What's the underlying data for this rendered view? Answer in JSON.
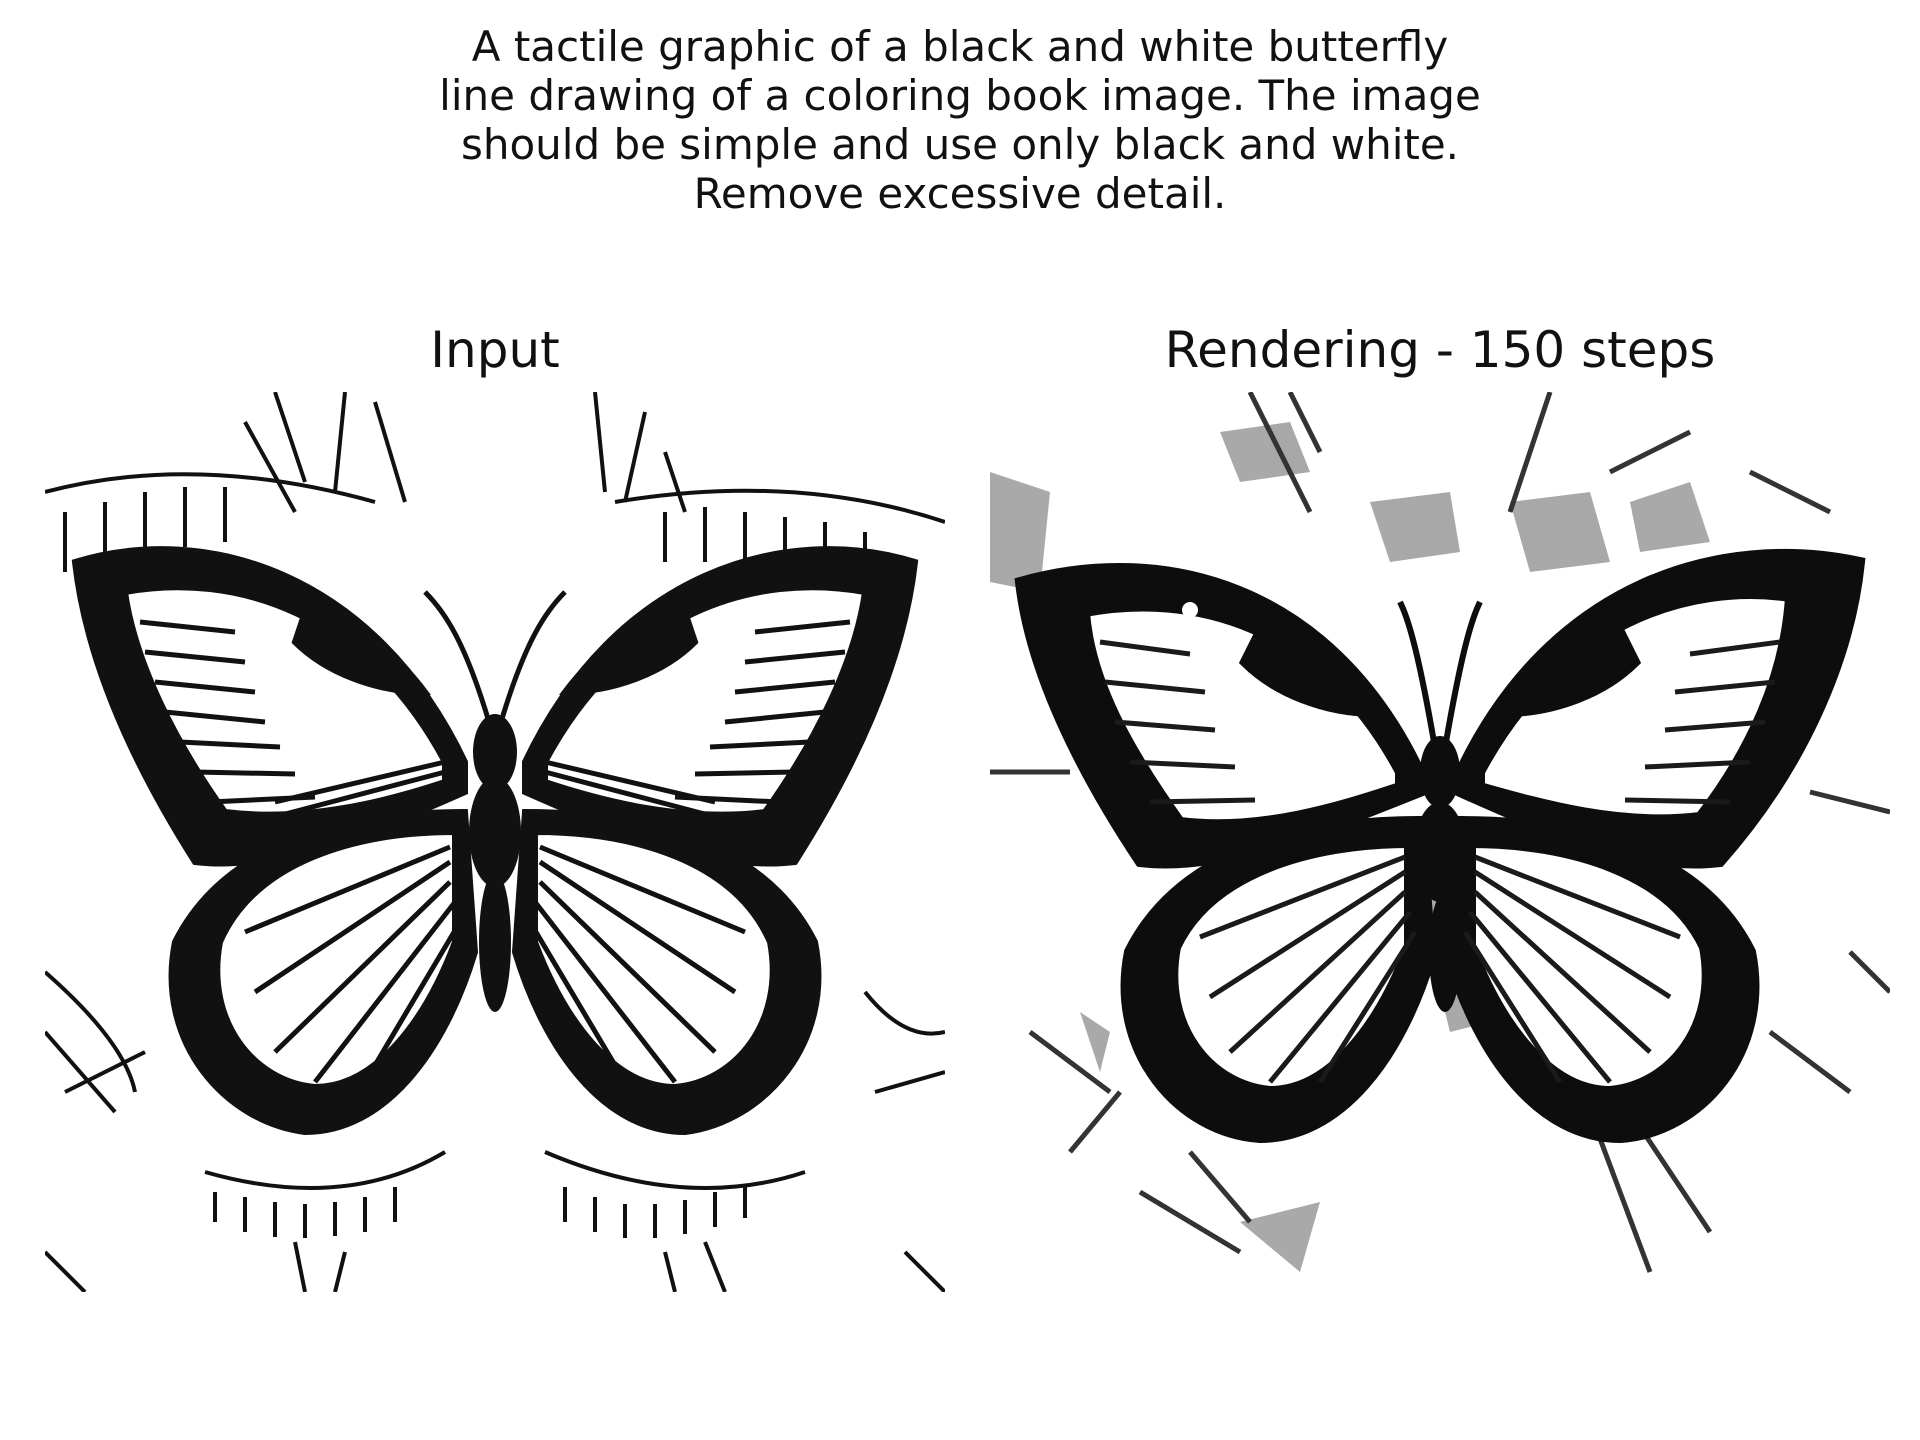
{
  "caption": {
    "lines": [
      "A tactile graphic of a black and white butterfly",
      "line drawing of a coloring book image. The image",
      "should be simple and use only black and white.",
      "Remove excessive detail."
    ]
  },
  "panels": {
    "left": {
      "title": "Input"
    },
    "right": {
      "title": "Rendering - 150 steps"
    }
  }
}
